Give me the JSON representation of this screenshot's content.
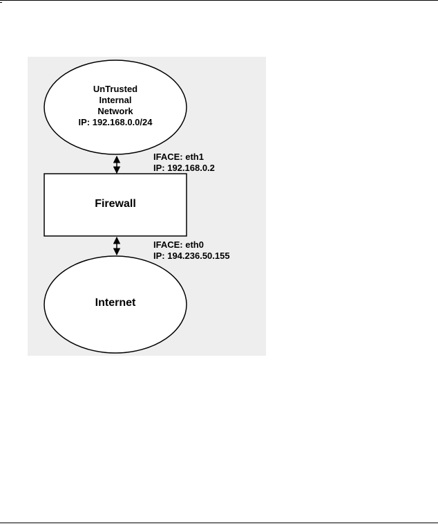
{
  "nodes": {
    "untrusted": {
      "lines": [
        "UnTrusted",
        "Internal",
        "Network",
        "IP: 192.168.0.0/24"
      ]
    },
    "firewall": {
      "label": "Firewall"
    },
    "internet": {
      "label": "Internet"
    }
  },
  "interfaces": {
    "eth1": {
      "iface": "IFACE: eth1",
      "ip": "IP: 192.168.0.2"
    },
    "eth0": {
      "iface": "IFACE: eth0",
      "ip": "IP: 194.236.50.155"
    }
  },
  "colors": {
    "panel": "#eeeeee",
    "shape_fill": "#ffffff",
    "stroke": "#000000"
  }
}
